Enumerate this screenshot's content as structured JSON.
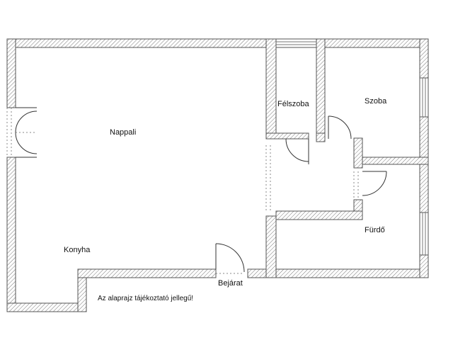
{
  "rooms": {
    "nappali": "Nappali",
    "felszoba": "Félszoba",
    "szoba": "Szoba",
    "konyha": "Konyha",
    "furdo": "Fürdő",
    "bejarat": "Bejárat"
  },
  "note": "Az alaprajz tájékoztató jellegű!",
  "colors": {
    "wall_stroke": "#555555",
    "hatch": "#777777",
    "background": "#ffffff"
  }
}
